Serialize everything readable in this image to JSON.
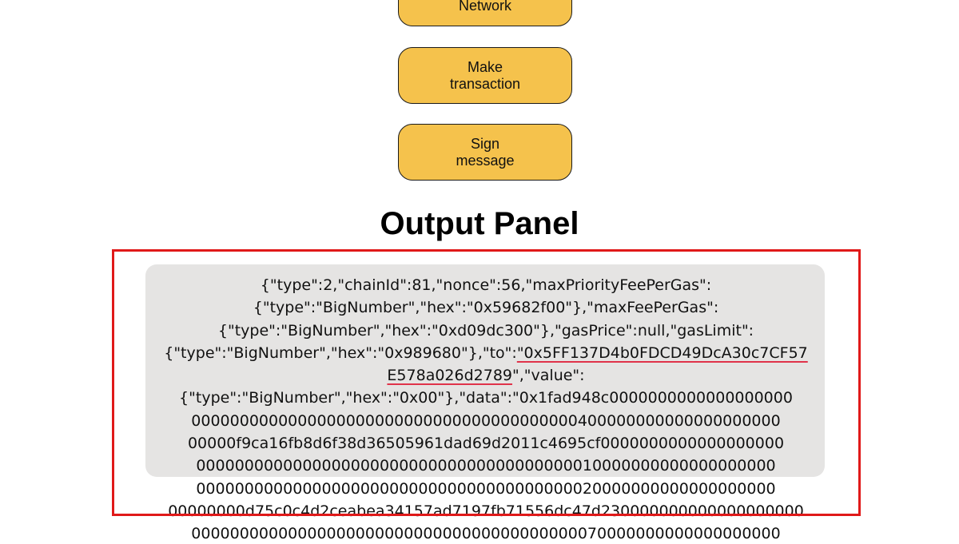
{
  "buttons": {
    "network_label": "Network",
    "make_transaction_label": "Make\ntransaction",
    "sign_message_label": "Sign\nmessage"
  },
  "output_panel": {
    "title": "Output Panel",
    "lines": [
      "{\"type\":2,\"chainId\":81,\"nonce\":56,\"maxPriorityFeePerGas\":",
      "{\"type\":\"BigNumber\",\"hex\":\"0x59682f00\"},\"maxFeePerGas\":",
      "{\"type\":\"BigNumber\",\"hex\":\"0xd09dc300\"},\"gasPrice\":null,\"gasLimit\":",
      "{\"type\":\"BigNumber\",\"hex\":\"0x989680\"},\"to\":",
      "",
      "{\"type\":\"BigNumber\",\"hex\":\"0x00\"},\"data\":\"0x1fad948c0000000000000000000",
      "0000000000000000000000000000000000000000400000000000000000000",
      "00000f9ca16fb8d6f38d36505961dad69d2011c4695cf0000000000000000000",
      "000000000000000000000000000000000000000010000000000000000000",
      "000000000000000000000000000000000000000020000000000000000000",
      "00000000d75c0c4d2ceabea34157ad7197fb71556dc47d230000000000000000000",
      "0000000000000000000000000000000000000000070000000000000000000"
    ],
    "to_address_part1": "\"0x5FF137D4b0FDCD49DcA30c7CF57",
    "to_address_part2": "E578a026d2789",
    "after_address": "\",\"value\":"
  },
  "colors": {
    "button_fill": "#f5c24c",
    "highlight_border": "#e01919",
    "output_background": "#e5e4e3",
    "address_underline": "#e0334a"
  }
}
